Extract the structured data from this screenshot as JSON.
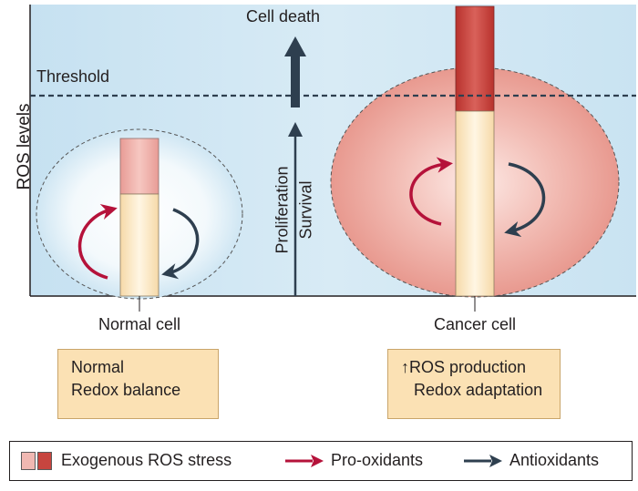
{
  "diagram": {
    "y_axis_label": "ROS levels",
    "threshold_label": "Threshold",
    "cell_death_label": "Cell death",
    "proliferation_label": "Proliferation",
    "survival_label": "Survival",
    "normal_cell": {
      "label": "Normal cell",
      "box_line1": "Normal",
      "box_line2": "Redox balance"
    },
    "cancer_cell": {
      "label": "Cancer cell",
      "box_line1": "↑ROS production",
      "box_line2": "Redox adaptation"
    }
  },
  "legend": {
    "stress_label": "Exogenous ROS stress",
    "prooxidant_label": "Pro-oxidants",
    "antioxidant_label": "Antioxidants"
  },
  "colors": {
    "background_panel": "#cfe6f3",
    "pro_oxidant": "#b5123a",
    "antioxidant": "#2e3f4f",
    "ros_stress_light": "#ecaaa4",
    "ros_stress_dark": "#c7453f",
    "bar_base": "#fdeed1",
    "info_box": "#fbe1b4"
  }
}
